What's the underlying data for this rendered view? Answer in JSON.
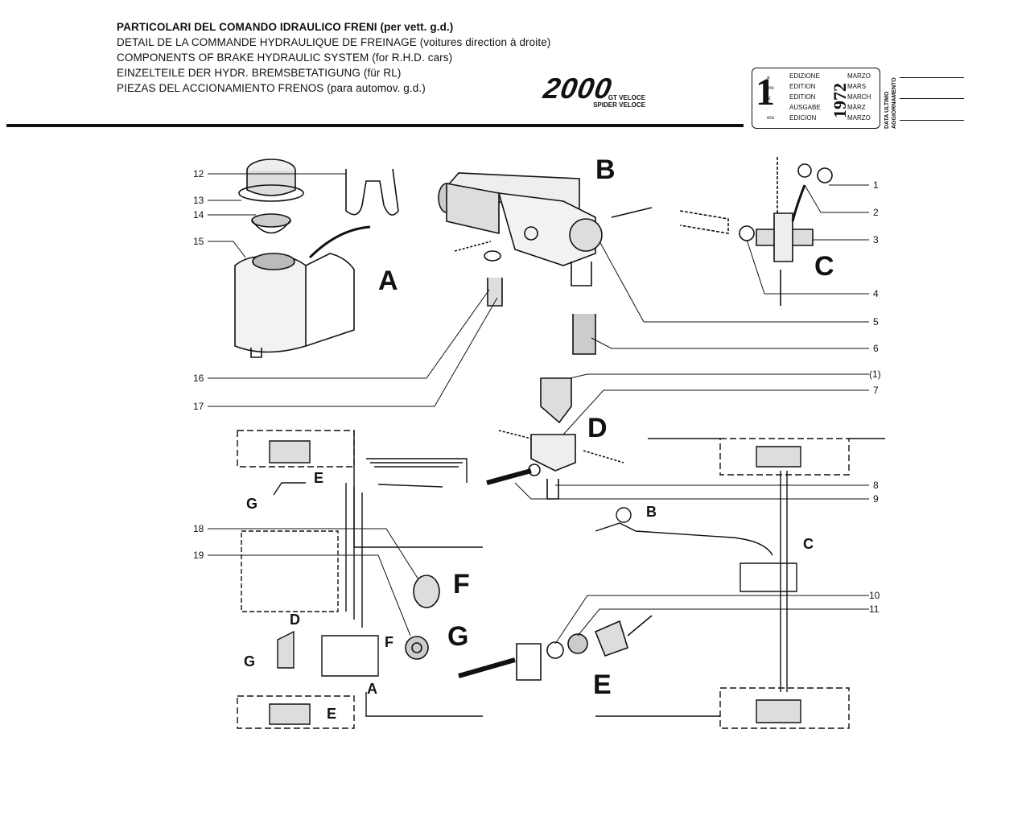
{
  "header": {
    "lines": [
      {
        "main": "PARTICOLARI DEL COMANDO IDRAULICO FRENI",
        "note": "(per vett. g.d.)"
      },
      {
        "main": "DETAIL DE LA COMMANDE HYDRAULIQUE DE FREINAGE",
        "note": "(voitures direction à droite)"
      },
      {
        "main": "COMPONENTS OF BRAKE HYDRAULIC SYSTEM",
        "note": "(for R.H.D. cars)"
      },
      {
        "main": "EINZELTEILE DER HYDR. BREMSBETATIGUNG",
        "note": "(für RL)"
      },
      {
        "main": "PIEZAS DEL ACCIONAMIENTO FRENOS",
        "note": "(para automov. g.d.)"
      }
    ],
    "logo": {
      "mark": "2000",
      "sub1": "GT VELOCE",
      "sub2": "SPIDER VELOCE"
    }
  },
  "edition": {
    "number": "1",
    "suffixes": [
      "a",
      "ère",
      "st",
      ".",
      "era"
    ],
    "words": [
      "EDIZIONE",
      "EDITION",
      "EDITION",
      "AUSGABE",
      "EDICION"
    ],
    "year": "1972",
    "months": [
      "MARZO",
      "MARS",
      "MARCH",
      "MÄRZ",
      "MARZO"
    ],
    "update_label": [
      "DATA ULTIMO",
      "AGGIORNAMENTO"
    ]
  },
  "diagram": {
    "section_labels": [
      "A",
      "B",
      "C",
      "D",
      "E",
      "F",
      "G"
    ],
    "callouts": [
      "1",
      "2",
      "3",
      "4",
      "5",
      "6",
      "(1)",
      "7",
      "8",
      "9",
      "10",
      "11",
      "12",
      "13",
      "14",
      "15",
      "16",
      "17",
      "18",
      "19"
    ],
    "layout_labels": {
      "left": [
        "E",
        "G",
        "D",
        "F",
        "A",
        "G",
        "E"
      ],
      "right": [
        "B",
        "C"
      ]
    }
  }
}
